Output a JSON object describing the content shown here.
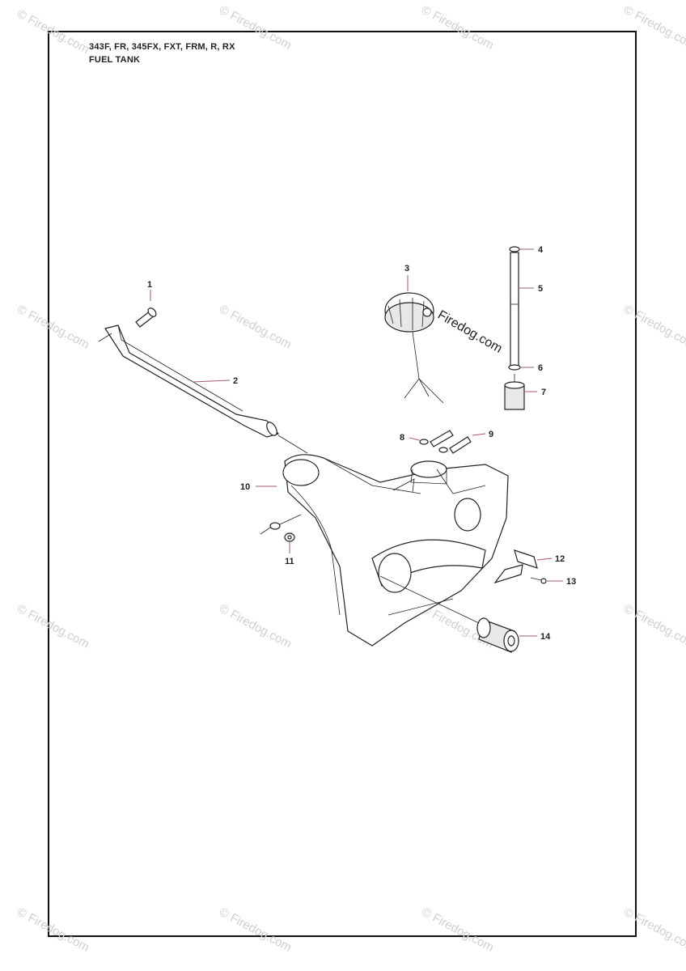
{
  "header": {
    "model": "343F, FR, 345FX, FXT, FRM, R, RX",
    "section": "FUEL TANK"
  },
  "watermark": {
    "text": "© Firedog.com",
    "overlay_text": "Firedog.com",
    "color": "#cfcfcf"
  },
  "callouts": [
    "1",
    "2",
    "3",
    "4",
    "5",
    "6",
    "7",
    "8",
    "9",
    "10",
    "11",
    "12",
    "13",
    "14"
  ],
  "colors": {
    "leader": "#a6547c",
    "line": "#222222",
    "frame": "#111111"
  }
}
